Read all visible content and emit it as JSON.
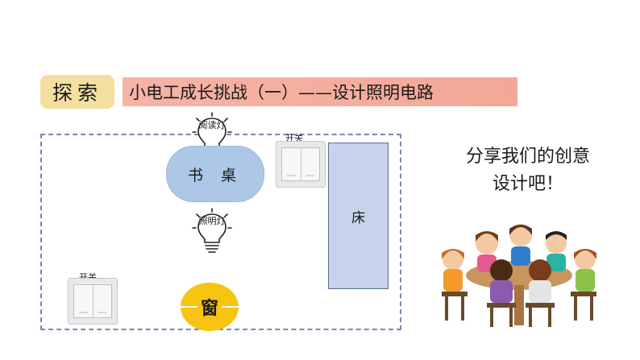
{
  "header": {
    "tag": "探索",
    "title": "小电工成长挑战（一）——设计照明电路"
  },
  "floorplan": {
    "desk_label": "书 桌",
    "bed_label": "床",
    "window_label": "窗",
    "reading_lamp_label": "阅读灯",
    "main_lamp_label": "照明灯",
    "switch_top_label": "开关",
    "switch_bottom_label": "开关"
  },
  "share": {
    "line1": "分享我们的创意",
    "line2": "设计吧！"
  },
  "colors": {
    "tag_bg": "#f5dfa0",
    "title_bg": "#f3a897",
    "desk": "#adc8e6",
    "bed": "#c7d3ea",
    "window": "#f7c40f",
    "dashed_border": "#7788bb"
  }
}
